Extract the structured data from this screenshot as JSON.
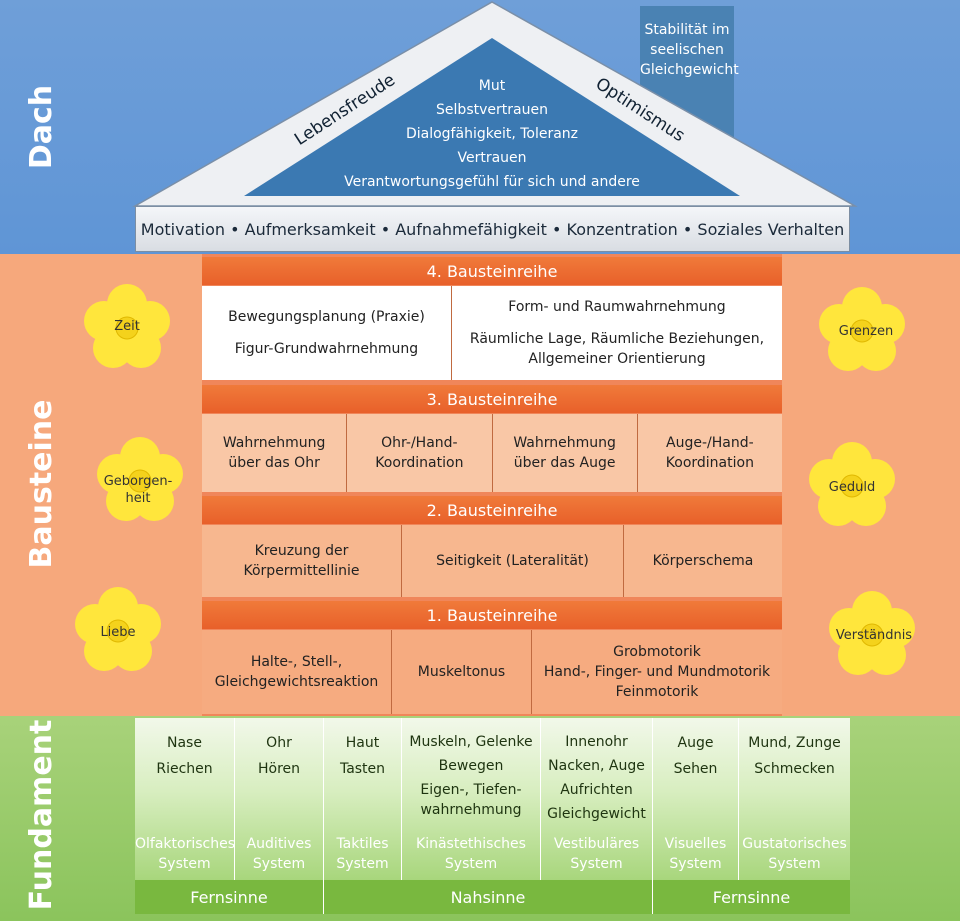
{
  "sections": {
    "dach": "Dach",
    "bausteine": "Bausteine",
    "fundament": "Fundament"
  },
  "chimney": [
    "Stabilität im",
    "seelischen",
    "Gleichgewicht"
  ],
  "roof": {
    "left_label": "Lebensfreude",
    "right_label": "Optimismus",
    "inner": [
      "Mut",
      "Selbstvertrauen",
      "Dialogfähigkeit, Toleranz",
      "Vertrauen",
      "Verantwortungsgefühl für sich und andere"
    ]
  },
  "beam": "Motivation  •  Aufmerksamkeit  •  Aufnahmefähigkeit  •  Konzentration  •  Soziales Verhalten",
  "rows": {
    "r4": {
      "title": "4. Bausteinreihe",
      "cells": [
        [
          "Bewegungsplanung (Praxie)",
          "Figur-Grundwahrnehmung"
        ],
        [
          "Form- und Raumwahrnehmung",
          "Räumliche Lage, Räumliche Beziehungen,",
          "Allgemeiner Orientierung"
        ]
      ]
    },
    "r3": {
      "title": "3. Bausteinreihe",
      "cells": [
        [
          "Wahrnehmung",
          "über das Ohr"
        ],
        [
          "Ohr-/Hand-",
          "Koordination"
        ],
        [
          "Wahrnehmung",
          "über das Auge"
        ],
        [
          "Auge-/Hand-",
          "Koordination"
        ]
      ]
    },
    "r2": {
      "title": "2. Bausteinreihe",
      "cells": [
        [
          "Kreuzung der",
          "Körpermittellinie"
        ],
        [
          "Seitigkeit (Lateralität)"
        ],
        [
          "Körperschema"
        ]
      ]
    },
    "r1": {
      "title": "1. Bausteinreihe",
      "cells": [
        [
          "Halte-, Stell-,",
          "Gleichgewichtsreaktion"
        ],
        [
          "Muskeltonus"
        ],
        [
          "Grobmotorik",
          "Hand-, Finger- und Mundmotorik",
          "Feinmotorik"
        ]
      ]
    }
  },
  "flowers": {
    "left": [
      "Zeit",
      "Geborgen-\nheit",
      "Liebe"
    ],
    "right": [
      "Grenzen",
      "Geduld",
      "Verständnis"
    ]
  },
  "fundament": [
    {
      "top": [
        "Nase",
        "Riechen"
      ],
      "system": [
        "Olfaktorisches",
        "System"
      ]
    },
    {
      "top": [
        "Ohr",
        "Hören"
      ],
      "system": [
        "Auditives",
        "System"
      ]
    },
    {
      "top": [
        "Haut",
        "Tasten"
      ],
      "system": [
        "Taktiles",
        "System"
      ]
    },
    {
      "top": [
        "Muskeln, Gelenke",
        "Bewegen",
        "Eigen-, Tiefen-",
        "wahrnehmung"
      ],
      "system": [
        "Kinästethisches",
        "System"
      ]
    },
    {
      "top": [
        "Innenohr",
        "Nacken, Auge",
        "Aufrichten",
        "Gleichgewicht"
      ],
      "system": [
        "Vestibuläres",
        "System"
      ]
    },
    {
      "top": [
        "Auge",
        "Sehen"
      ],
      "system": [
        "Visuelles",
        "System"
      ]
    },
    {
      "top": [
        "Mund, Zunge",
        "Schmecken"
      ],
      "system": [
        "Gustatorisches",
        "System"
      ]
    }
  ],
  "senses": [
    "Fernsinne",
    "Nahsinne",
    "Fernsinne"
  ],
  "colors": {
    "sky": "#5f95d6",
    "orange_band": "#f6a87c",
    "row_header": "#e8602a",
    "green": "#8bc45c",
    "flower": "#ffe63c"
  }
}
